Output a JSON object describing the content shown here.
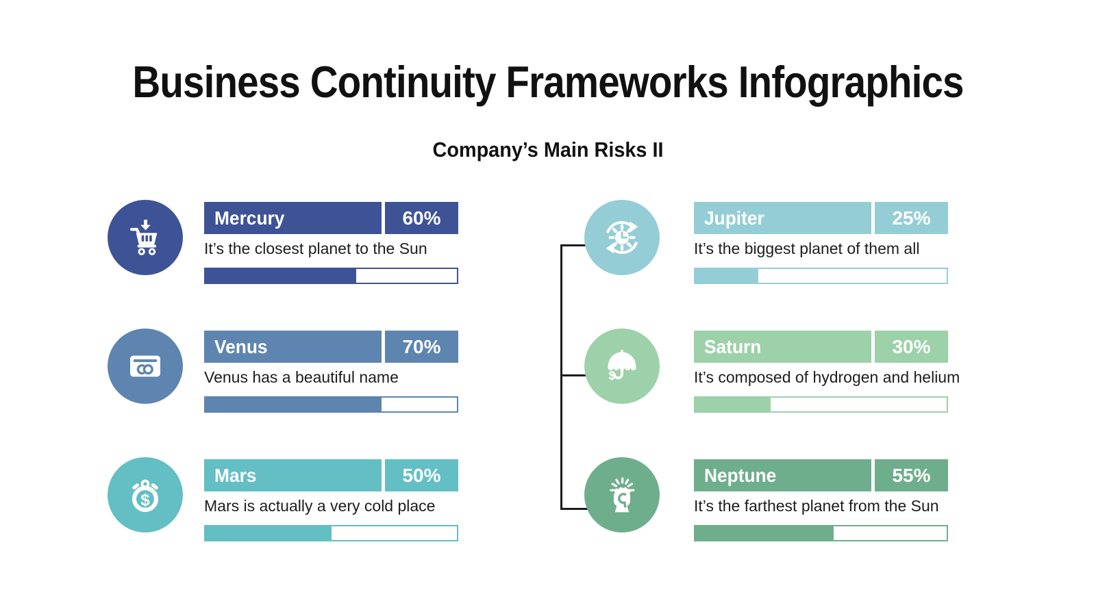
{
  "title": "Business Continuity Frameworks Infographics",
  "subtitle": "Company’s Main Risks II",
  "glyphs": {
    "dollar": "$"
  },
  "items": [
    {
      "name": "Mercury",
      "percent": "60%",
      "value": 60,
      "description": "It’s the closest planet to the Sun",
      "color": "#3e5396",
      "icon": "cart-download"
    },
    {
      "name": "Venus",
      "percent": "70%",
      "value": 70,
      "description": "Venus has a beautiful name",
      "color": "#5e85b0",
      "icon": "credit-card"
    },
    {
      "name": "Mars",
      "percent": "50%",
      "value": 50,
      "description": "Mars is actually a very cold place",
      "color": "#63bfc3",
      "icon": "money-stopwatch"
    },
    {
      "name": "Jupiter",
      "percent": "25%",
      "value": 25,
      "description": "It’s the biggest planet of them all",
      "color": "#95cdd6",
      "icon": "clock-refresh"
    },
    {
      "name": "Saturn",
      "percent": "30%",
      "value": 30,
      "description": "It’s composed of hydrogen and helium",
      "color": "#9dd1a9",
      "icon": "umbrella-dollar"
    },
    {
      "name": "Neptune",
      "percent": "55%",
      "value": 55,
      "description": "It’s the farthest planet from the Sun",
      "color": "#6fae8d",
      "icon": "fist-rays"
    }
  ],
  "connector_color": "#1c1c1c"
}
